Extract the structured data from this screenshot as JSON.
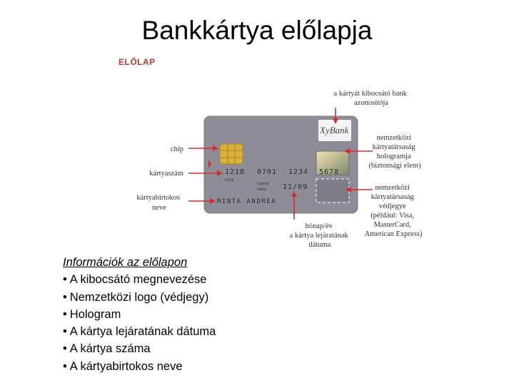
{
  "slide": {
    "title": "Bankkártya előlapja"
  },
  "figure": {
    "section_label": "ELŐLAP",
    "card": {
      "bank_logo": "XyBank",
      "number_groups": [
        "1218",
        "0701",
        "1234",
        "5678"
      ],
      "number_small": "1218",
      "expiry_label_line1": "Lejárat",
      "expiry_label_line2": "Valid",
      "expiry": "11/09",
      "holder_name": "MINTA ANDREA"
    },
    "annotations": {
      "issuer_id": [
        "a kártyát kibocsátó bank",
        "azonosítója"
      ],
      "chip": [
        "chip"
      ],
      "card_number": [
        "kártyaszám"
      ],
      "holder": [
        "kártyabirtokos",
        "neve"
      ],
      "hologram": [
        "nemzetközi",
        "kártyatársaság",
        "hologramja",
        "(biztonsági elem)"
      ],
      "trademark": [
        "nemzetközi",
        "kártyatársaság",
        "védjegye",
        "(például: Visa,",
        "MasterCard,",
        "American Express)"
      ],
      "expiry": [
        "hónap/év",
        "a kártya lejáratának",
        "dátuma"
      ]
    },
    "colors": {
      "card": "#8e8d97",
      "arrow": "#d62b2b",
      "chip": "#d9b23a"
    }
  },
  "info": {
    "heading": "Információk az előlapon",
    "items": [
      "A kibocsátó megnevezése",
      "Nemzetközi logo (védjegy)",
      "Hologram",
      "A kártya lejáratának dátuma",
      "A kártya száma",
      "A kártyabirtokos neve"
    ]
  }
}
